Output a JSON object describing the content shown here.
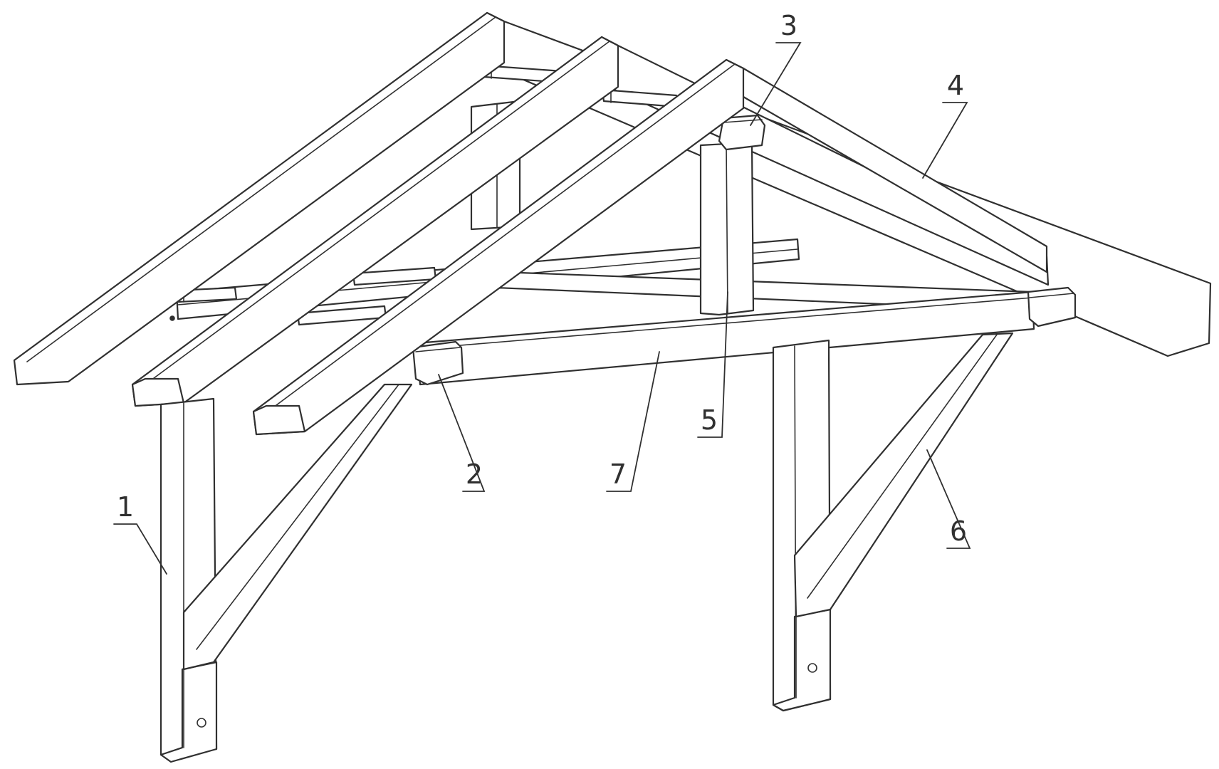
{
  "callouts": {
    "post": "1",
    "beam_end": "2",
    "king_post_cap": "3",
    "rafter": "4",
    "king_post": "5",
    "brace": "6",
    "tie_beam": "7"
  },
  "colors": {
    "line": "#303030",
    "fill": "#ffffff",
    "background": "#ffffff"
  }
}
